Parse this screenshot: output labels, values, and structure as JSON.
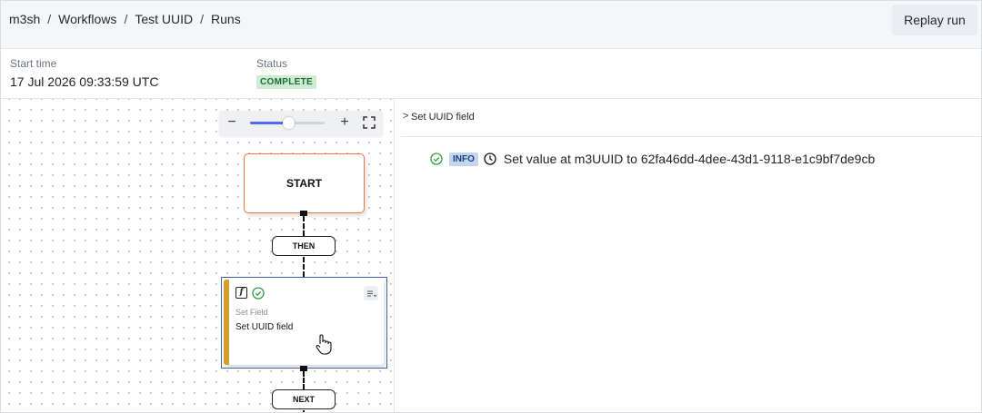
{
  "breadcrumb": {
    "items": [
      "m3sh",
      "Workflows",
      "Test UUID",
      "Runs"
    ],
    "separator": "/"
  },
  "header": {
    "replay_label": "Replay run"
  },
  "meta": {
    "start_time_label": "Start time",
    "start_time_value": "17 Jul 2026 09:33:59 UTC",
    "status_label": "Status",
    "status_value": "COMPLETE"
  },
  "canvas": {
    "zoom": {
      "minus": "−",
      "plus": "+",
      "level_fraction": 0.52
    },
    "start_node": {
      "label": "START"
    },
    "then_pill": {
      "label": "THEN"
    },
    "step": {
      "type": "Set Field",
      "title": "Set UUID field",
      "fn_glyph": "f"
    },
    "next_pill": {
      "label": "NEXT"
    }
  },
  "log": {
    "header_chevron": ">",
    "header_title": "Set UUID field",
    "entries": [
      {
        "level": "INFO",
        "message": "Set value at m3UUID to 62fa46dd-4dee-43d1-9118-e1c9bf7de9cb"
      }
    ]
  },
  "colors": {
    "accent": "#4f6cf5",
    "start_border": "#e27a3a",
    "step_accent": "#d4a02c",
    "success": "#2e9e44",
    "info_badge": "#c3d4ef",
    "complete_badge": "#cdebd3"
  },
  "icons": {
    "zoom_out": "minus-icon",
    "zoom_in": "plus-icon",
    "fullscreen": "fullscreen-icon",
    "step_type": "function-icon",
    "status": "check-circle-icon",
    "step_menu": "list-icon",
    "log_time": "clock-icon",
    "cursor": "hand-pointer-icon"
  }
}
